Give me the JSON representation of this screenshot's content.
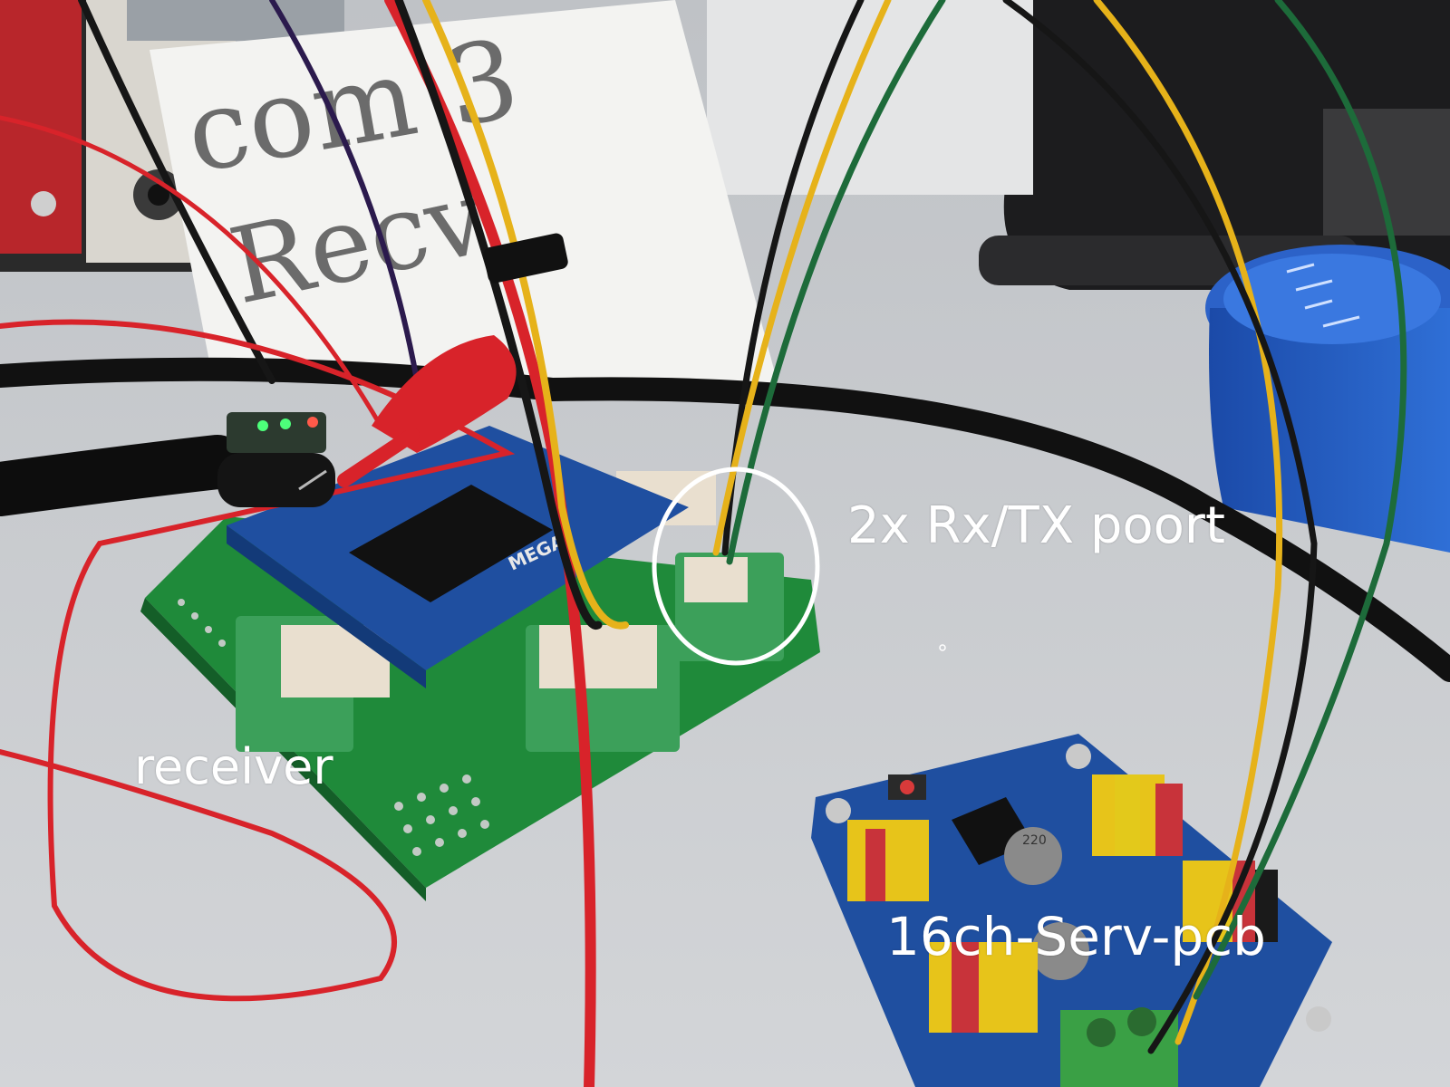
{
  "note": {
    "line1": "com 3",
    "line2": "Recv"
  },
  "annotations": {
    "ports_label": "2x Rx/TX poort",
    "receiver_label": "receiver",
    "servo_label": "16ch-Serv-pcb"
  },
  "board_marking": "MEGA",
  "capacitor_marking": "220",
  "colors": {
    "table": "#c9ccd0",
    "pcb_green": "#1f8a3a",
    "pcb_blue": "#1f4fa0",
    "wire_red": "#d8232a",
    "wire_yellow": "#e6b21a",
    "wire_green": "#1d6b3a",
    "wire_black": "#161616",
    "label_white": "#ffffff"
  }
}
